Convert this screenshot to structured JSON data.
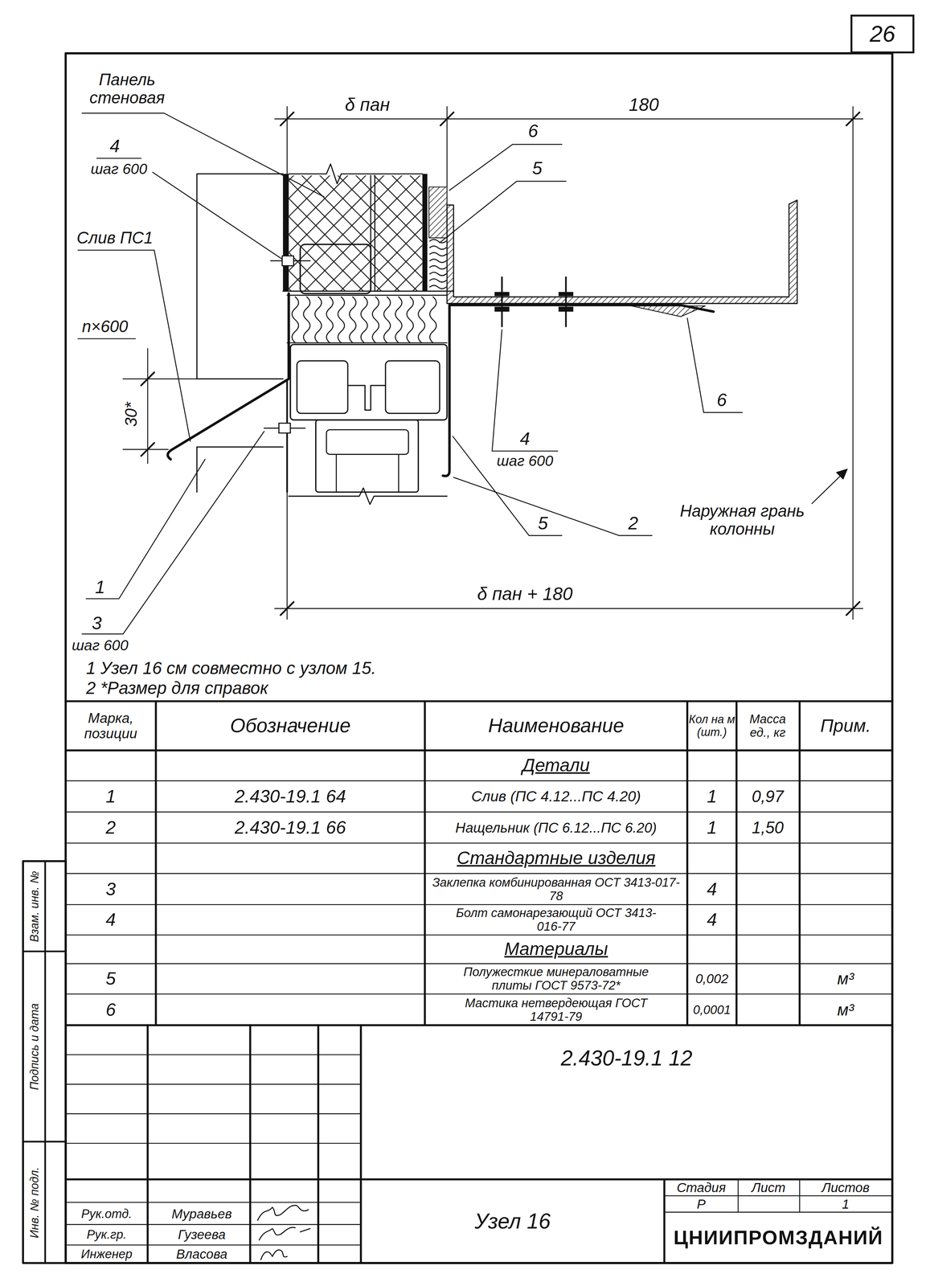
{
  "diagram": {
    "nodes": [
      {
        "text": [
          "26"
        ]
      }
    ],
    "labels": [
      "Панель стеновая",
      "δ пан",
      "180",
      "6",
      "5",
      "4",
      "шаг 600",
      "Слив ПС1",
      "n×600",
      "30*",
      "4",
      "шаг 600",
      "6",
      "1",
      "3",
      "шаг 600",
      "5",
      "2",
      "Наружная грань колонны",
      "δ пан + 180",
      "1 Узел 16 см совместно с узлом 15.",
      "2 *Размер для справок",
      "Марка, позиции",
      "Обозначение",
      "Наименование",
      "Кол на м (шт.)",
      "Масса ед., кг",
      "Прим.",
      "Детали",
      "1",
      "2.430-19.1 64",
      "Слив (ПС 4.12...ПС 4.20)",
      "1",
      "0,97",
      "2",
      "2.430-19.1 66",
      "Нащельник (ПС 6.12...ПС 6.20)",
      "1",
      "1,50",
      "Стандартные изделия",
      "3",
      "Заклепка комбинированная ОСТ 3413-017-78",
      "4",
      "4",
      "Болт самонарезающий ОСТ 3413-016-77",
      "4",
      "Материалы",
      "5",
      "Полужесткие минераловатные плиты ГОСТ 9573-72*",
      "0,002",
      "м³",
      "6",
      "Мастика нетвердеющая ГОСТ 14791-79",
      "0,0001",
      "м³",
      "2.430-19.1 12",
      "Стадия",
      "Лист",
      "Листов",
      "Р",
      "1",
      "Узел 16",
      "ЦНИИПРОМЗДАНИЙ",
      "Рук.отд.",
      "Муравьев",
      "Рук.гр.",
      "Гузеева",
      "Инженер",
      "Власова",
      "Взам. инв. №",
      "Подпись и дата",
      "Инв. № подл."
    ]
  }
}
